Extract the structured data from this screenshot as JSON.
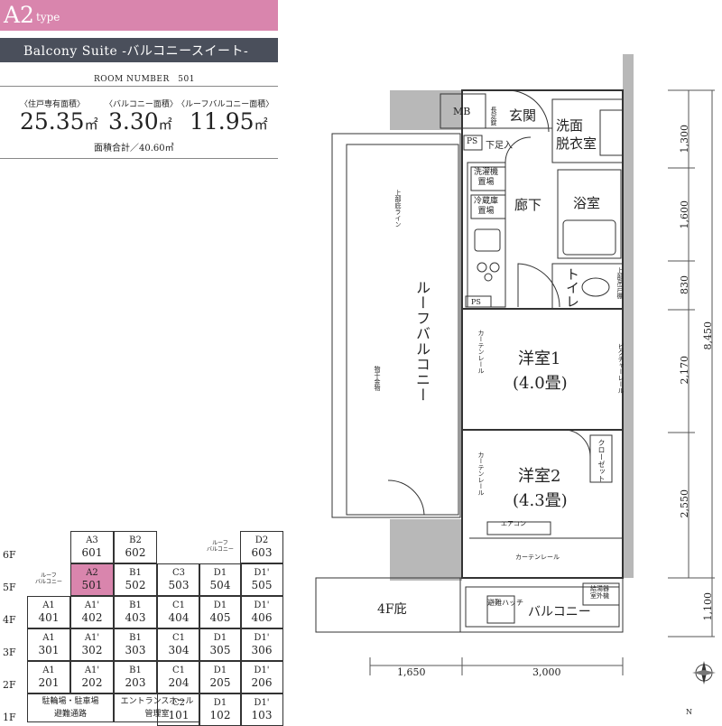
{
  "header": {
    "type_code": "A2",
    "type_suffix": "type",
    "suite_name": "Balcony Suite -バルコニースイート-",
    "room_number_label": "ROOM NUMBER　501"
  },
  "areas": [
    {
      "label": "〈住戸専有面積〉",
      "value": "25.35",
      "unit": "㎡"
    },
    {
      "label": "〈バルコニー面積〉",
      "value": "3.30",
      "unit": "㎡"
    },
    {
      "label": "〈ルーフバルコニー面積〉",
      "value": "11.95",
      "unit": "㎡"
    }
  ],
  "total_area": "面積合計／40.60㎡",
  "building_table": {
    "floors": [
      "6F",
      "5F",
      "4F",
      "3F",
      "2F",
      "1F"
    ],
    "row_6f": [
      {
        "type": "A3",
        "room": "601"
      },
      {
        "type": "B2",
        "room": "602"
      },
      {
        "type": "D2",
        "room": "603"
      }
    ],
    "roof_balcony_label": "ルーフ\nバルコニー",
    "row_5f": [
      {
        "type": "A2",
        "room": "501"
      },
      {
        "type": "B1",
        "room": "502"
      },
      {
        "type": "C3",
        "room": "503"
      },
      {
        "type": "D1",
        "room": "504"
      },
      {
        "type": "D1'",
        "room": "505"
      }
    ],
    "row_4f": [
      {
        "type": "A1",
        "room": "401"
      },
      {
        "type": "A1'",
        "room": "402"
      },
      {
        "type": "B1",
        "room": "403"
      },
      {
        "type": "C1",
        "room": "404"
      },
      {
        "type": "D1",
        "room": "405"
      },
      {
        "type": "D1'",
        "room": "406"
      }
    ],
    "row_3f": [
      {
        "type": "A1",
        "room": "301"
      },
      {
        "type": "A1'",
        "room": "302"
      },
      {
        "type": "B1",
        "room": "303"
      },
      {
        "type": "C1",
        "room": "304"
      },
      {
        "type": "D1",
        "room": "305"
      },
      {
        "type": "D1'",
        "room": "306"
      }
    ],
    "row_2f": [
      {
        "type": "A1",
        "room": "201"
      },
      {
        "type": "A1'",
        "room": "202"
      },
      {
        "type": "B1",
        "room": "203"
      },
      {
        "type": "C1",
        "room": "204"
      },
      {
        "type": "D1",
        "room": "205"
      },
      {
        "type": "D1'",
        "room": "206"
      }
    ],
    "row_1f_text": [
      {
        "text": "駐輪場・駐車場\n避難通路"
      },
      {
        "text": "エントランスホール\n管理室"
      }
    ],
    "row_1f": [
      {
        "type": "C2",
        "room": "101"
      },
      {
        "type": "D1",
        "room": "102"
      },
      {
        "type": "D1'",
        "room": "103"
      }
    ]
  },
  "plan": {
    "mb": "MB",
    "genkan": "玄関",
    "ashimoto": "下足入",
    "hokenkagi": "長足錠",
    "ps": "PS",
    "senmen": "洗面\n脱衣室",
    "sentakuki": "洗濯機\n置場",
    "reizoko": "冷蔵庫\n置場",
    "roka": "廊下",
    "yokushitsu": "浴室",
    "toilet": "トイレ",
    "uebu_todana": "上部吊戸棚",
    "roof_balcony": "ルーフバルコニー",
    "uebu_nori_line": "上部庇ライン",
    "monohoshi": "物干金物",
    "curtain_rail": "カーテンレール",
    "picture_rail": "ピクチャーレール",
    "yoshitsu1": "洋室1",
    "yoshitsu1_size": "(4.0畳)",
    "yoshitsu2": "洋室2",
    "yoshitsu2_size": "(4.3畳)",
    "closet": "クローゼット",
    "aircon": "エアコン",
    "hisashi_4f": "4F庇",
    "hinan_hatch": "避難ハッチ",
    "balcony": "バルコニー",
    "kyutouki": "給湯器\n室外機"
  },
  "dimensions": {
    "vertical": [
      "1,300",
      "1,600",
      "830",
      "2,170",
      "2,550",
      "1,100"
    ],
    "total": "8,450",
    "horizontal": [
      "1,650",
      "3,000"
    ]
  },
  "compass": "N",
  "colors": {
    "accent_pink": "#d985ad",
    "suite_bar": "#4a4f5b",
    "wall_gray": "#b8b8b8"
  }
}
